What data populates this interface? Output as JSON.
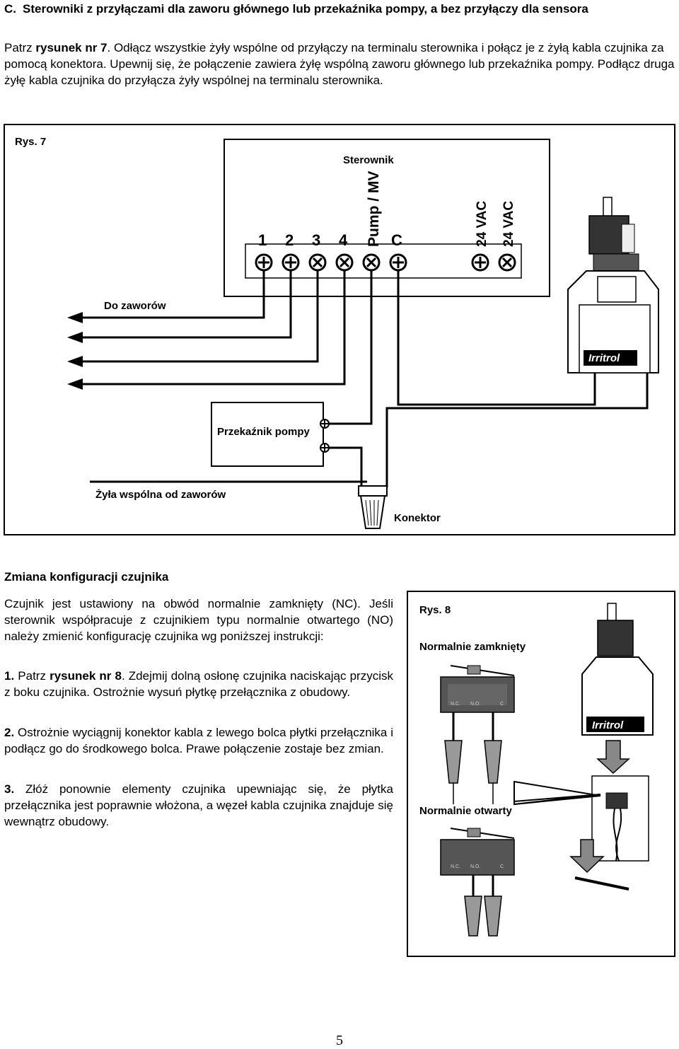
{
  "section": {
    "number": "C.",
    "title": "Sterowniki z przyłączami dla zaworu głównego lub przekaźnika pompy, a bez przyłączy dla sensora"
  },
  "intro": {
    "p1": "Patrz ",
    "p1_bold": "rysunek nr 7",
    "p1_rest": ". Odłącz wszystkie żyły wspólne od przyłączy na terminalu sterownika i połącz je z żyłą kabla czujnika za pomocą konektora. Upewnij się, że połączenie zawiera żyłę wspólną zaworu głównego lub przekaźnika pompy. Podłącz druga żyłę kabla czujnika do przyłącza żyły wspólnej na terminalu sterownika."
  },
  "figure7": {
    "label": "Rys. 7",
    "controller": "Sterownik",
    "terminals": [
      "1",
      "2",
      "3",
      "4",
      "Pump / MV",
      "C",
      "24 VAC",
      "24 VAC"
    ],
    "to_valves": "Do zaworów",
    "pump_relay": "Przekaźnik pompy",
    "common_wire": "Żyła wspólna od zaworów",
    "connector": "Konektor",
    "brand": "Irritrol"
  },
  "reconfig": {
    "title": "Zmiana konfiguracji czujnika",
    "intro": "Czujnik jest ustawiony na obwód normalnie zamknięty (NC). Jeśli sterownik współpracuje z czujnikiem typu normalnie otwartego (NO) należy zmienić konfigurację czujnika wg poniższej instrukcji:",
    "steps": [
      {
        "num": "1.",
        "pre": " Patrz ",
        "bold": "rysunek nr 8",
        "text": ". Zdejmij dolną osłonę czujnika naciskając przycisk z boku czujnika. Ostrożnie wysuń płytkę przełącznika z obudowy."
      },
      {
        "num": "2.",
        "pre": "",
        "bold": "",
        "text": " Ostrożnie wyciągnij konektor kabla z lewego bolca płytki przełącznika i podłącz go do środkowego bolca. Prawe połączenie zostaje bez zmian."
      },
      {
        "num": "3.",
        "pre": "",
        "bold": "",
        "text": " Złóż ponownie elementy czujnika upewniając się, że płytka przełącznika jest poprawnie włożona, a węzeł kabla czujnika znajduje się wewnątrz obudowy."
      }
    ]
  },
  "figure8": {
    "label": "Rys. 8",
    "nc": "Normalnie zamknięty",
    "no": "Normalnie otwarty",
    "pins": [
      "N.C.",
      "N.O.",
      "C"
    ],
    "brand": "Irritrol"
  },
  "page_number": "5"
}
